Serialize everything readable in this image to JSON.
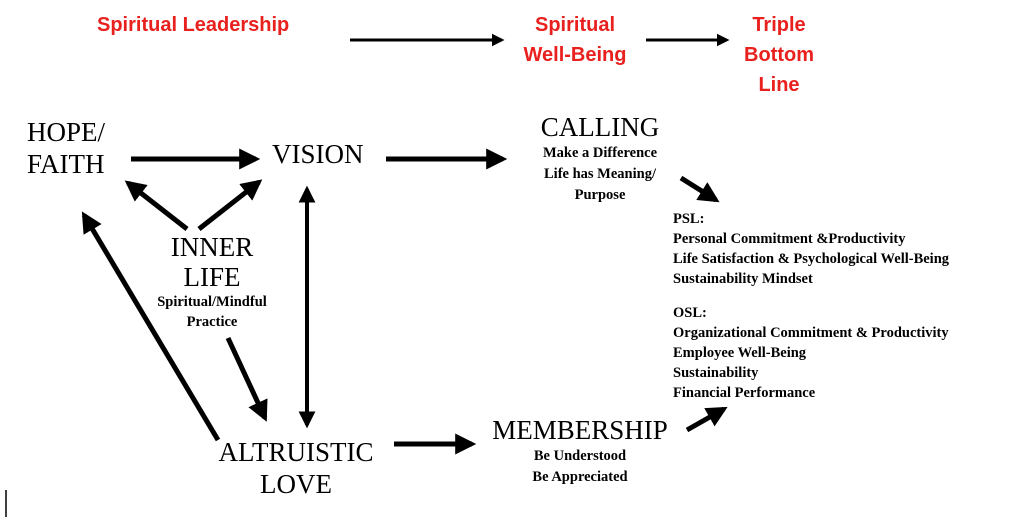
{
  "header": {
    "spiritual_leadership": "Spiritual Leadership",
    "spiritual_wellbeing": [
      "Spiritual",
      "Well-Being"
    ],
    "triple_bottom_line": [
      "Triple",
      "Bottom",
      "Line"
    ]
  },
  "nodes": {
    "hope_faith": [
      "HOPE/",
      "FAITH"
    ],
    "vision": "VISION",
    "calling": {
      "title": "CALLING",
      "lines": [
        "Make a Difference",
        "Life has Meaning/",
        "Purpose"
      ]
    },
    "inner_life": {
      "title": [
        "INNER",
        "LIFE"
      ],
      "lines": [
        "Spiritual/Mindful",
        "Practice"
      ]
    },
    "altruistic_love": [
      "ALTRUISTIC",
      "LOVE"
    ],
    "membership": {
      "title": "MEMBERSHIP",
      "lines": [
        "Be Understood",
        "Be Appreciated"
      ]
    }
  },
  "outcomes": {
    "psl": {
      "label": "PSL:",
      "items": [
        "Personal Commitment &Productivity",
        "Life Satisfaction & Psychological Well-Being",
        "Sustainability Mindset"
      ]
    },
    "osl": {
      "label": "OSL:",
      "items": [
        "Organizational Commitment & Productivity",
        "Employee Well-Being",
        "Sustainability",
        "Financial Performance"
      ]
    }
  },
  "colors": {
    "header_text": "#e8201e",
    "arrows": "#000000"
  }
}
